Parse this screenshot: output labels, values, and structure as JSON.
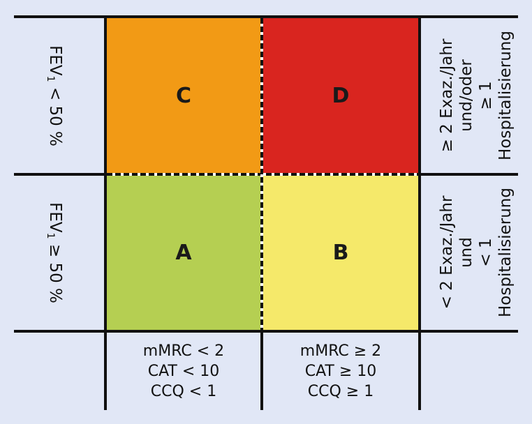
{
  "quadrants": {
    "C": {
      "label": "C",
      "color": "#f29a15"
    },
    "D": {
      "label": "D",
      "color": "#d9251f"
    },
    "A": {
      "label": "A",
      "color": "#b5cf52"
    },
    "B": {
      "label": "B",
      "color": "#f5e96a"
    }
  },
  "left_labels": {
    "top": {
      "main": "FEV",
      "sub": "1",
      "rest": " < 50 %"
    },
    "bottom": {
      "main": "FEV",
      "sub": "1",
      "rest": " ≥ 50 %"
    }
  },
  "right_labels": {
    "top": [
      "≥ 2 Exaz./Jahr",
      "und/oder",
      "≥ 1",
      "Hospitalisierung"
    ],
    "bottom": [
      "< 2 Exaz./Jahr",
      "und",
      "< 1",
      "Hospitalisierung"
    ]
  },
  "bottom_labels": {
    "left": [
      "mMRC < 2",
      "CAT < 10",
      "CCQ < 1"
    ],
    "right": [
      "mMRC ≥ 2",
      "CAT ≥ 10",
      "CCQ ≥ 1"
    ]
  },
  "colors": {
    "background": "#e1e7f6",
    "lines": "#111111"
  }
}
